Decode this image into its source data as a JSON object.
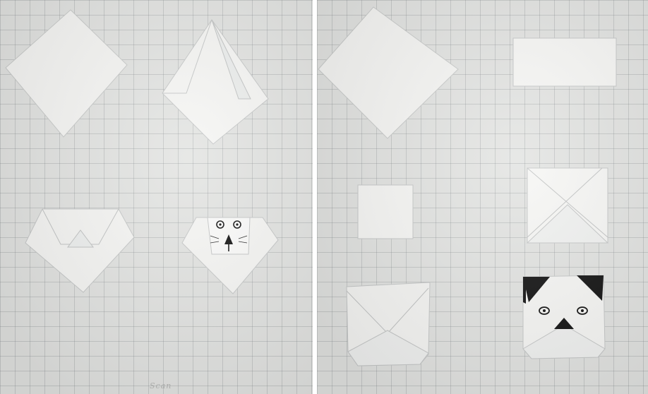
{
  "figure": {
    "panels": [
      {
        "name": "left-photo",
        "subject": "origami-cat-face-steps"
      },
      {
        "name": "right-photo",
        "subject": "origami-panda-face-steps"
      }
    ],
    "paper_color": "#f7f7f5",
    "grid_color": "#8a8f94",
    "ink_color": "#111111",
    "watermark": "Scan"
  }
}
